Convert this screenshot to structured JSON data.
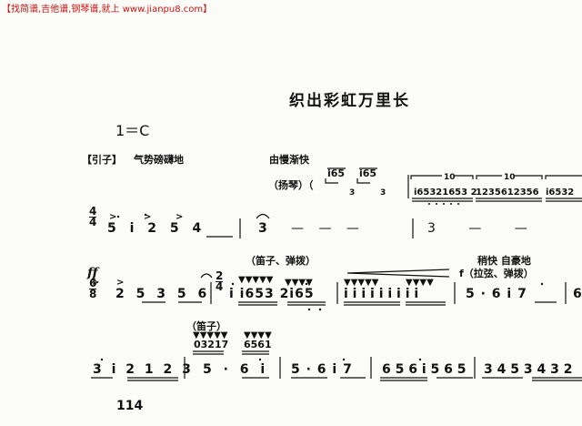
{
  "banner": "【找简谱,吉他谱,钢琴谱,就上 www.jianpu8.com】",
  "title": "织出彩虹万里长",
  "key": "1＝C",
  "page_number": "114",
  "line1": {
    "intro": "【引子】",
    "expression": "气势磅礴地",
    "tempo": "由慢渐快",
    "instrument": "（扬琴）（",
    "grace1": "i65",
    "grace2": "i65",
    "tuplet_mark": "3",
    "run1": "i65321653 2",
    "run2": "1235612356",
    "run3": "i6532",
    "tuplet_count": "10"
  },
  "line2": {
    "time_top": "4",
    "time_bottom": "4",
    "notes1": "5   i   2   5 4",
    "sustain": "3",
    "dash": "—   —   —",
    "notes2": "3        —        —"
  },
  "line3": {
    "dynamic": "ff",
    "annot1": "（笛子、弹拨）",
    "annot2": "稍快  自豪地",
    "annot3": "f（拉弦、弹拨）",
    "time_a_top": "6",
    "time_a_bottom": "8",
    "time_b_top": "2",
    "time_b_bottom": "4",
    "seg1": "2   5 3   5 6",
    "seg2": "i i653  2i65",
    "seg3": "i i i i i   i i i i",
    "seg4": "5 · 6      i 7",
    "seg5": "6"
  },
  "line4": {
    "annot": "（笛子）",
    "upper1": "03217",
    "upper2": "6561",
    "seg1": "3 i   2 1 2 3",
    "seg2": "5 ·     6 i",
    "seg3": "5 · 6   i 7",
    "seg4": "6 5 6 i  5 6 5",
    "seg5": "3 4 5  3 4 3 2"
  }
}
